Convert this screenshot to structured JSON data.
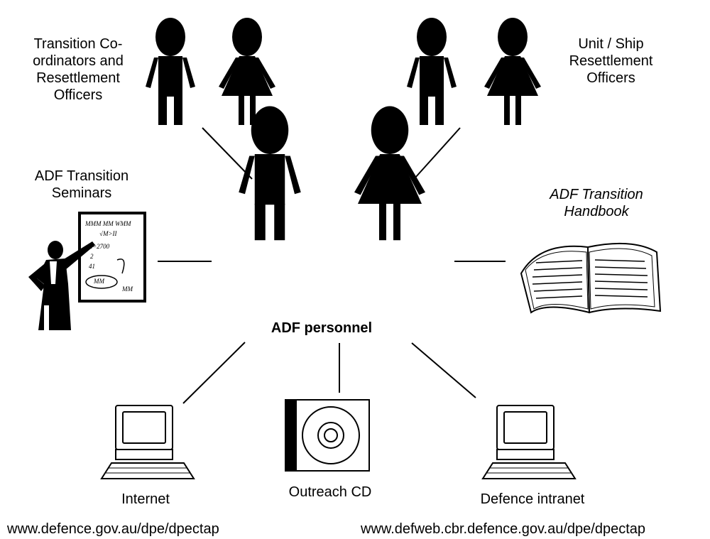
{
  "center": {
    "label": "ADF personnel"
  },
  "nodes": {
    "coordinators": {
      "label": "Transition Co-ordinators and Resettlement Officers"
    },
    "unit_officers": {
      "label": "Unit / Ship Resettlement Officers"
    },
    "seminars": {
      "label": "ADF Transition Seminars"
    },
    "handbook": {
      "label": "ADF Transition Handbook"
    },
    "internet": {
      "label": "Internet",
      "url": "www.defence.gov.au/dpe/dpectap"
    },
    "outreach_cd": {
      "label": "Outreach CD"
    },
    "intranet": {
      "label": "Defence intranet",
      "url": "www.defweb.cbr.defence.gov.au/dpe/dpectap"
    }
  },
  "board": {
    "line1": "MMM MM WMM",
    "line2": "√M>II",
    "line3": "L=2700",
    "line4": "2",
    "line5": "41",
    "circled": "MM"
  },
  "colors": {
    "ink": "#000000",
    "paper": "#ffffff"
  }
}
